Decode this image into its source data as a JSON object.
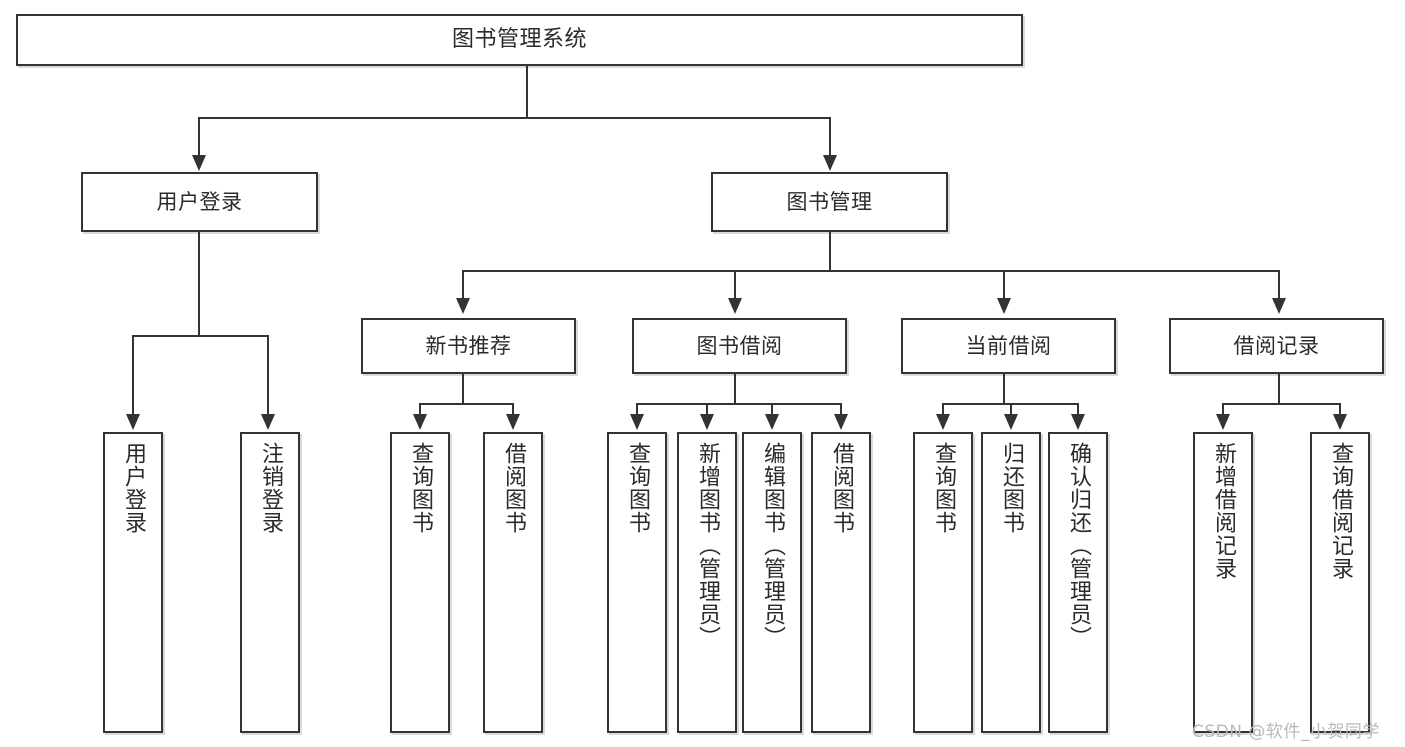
{
  "diagram": {
    "type": "tree-hierarchy",
    "title": "图书管理系统",
    "watermark": "CSDN @软件_小贺同学",
    "colors": {
      "border": "#333333",
      "background": "#ffffff",
      "text": "#2b2b2b",
      "shadow": "#d9d9d9",
      "watermark": "#b9b9b9"
    },
    "nodes": {
      "root": {
        "label": "图书管理系统"
      },
      "level2": [
        {
          "label": "用户登录"
        },
        {
          "label": "图书管理"
        }
      ],
      "level3": [
        {
          "label": "新书推荐"
        },
        {
          "label": "图书借阅"
        },
        {
          "label": "当前借阅"
        },
        {
          "label": "借阅记录"
        }
      ],
      "leaves": {
        "user_login": [
          {
            "label": "用户登录"
          },
          {
            "label": "注销登录"
          }
        ],
        "new_book": [
          {
            "label": "查询图书"
          },
          {
            "label": "借阅图书"
          }
        ],
        "book_borrow": [
          {
            "label": "查询图书"
          },
          {
            "label": "新增图书（管理员）"
          },
          {
            "label": "编辑图书（管理员）"
          },
          {
            "label": "借阅图书"
          }
        ],
        "current_borrow": [
          {
            "label": "查询图书"
          },
          {
            "label": "归还图书"
          },
          {
            "label": "确认归还（管理员）"
          }
        ],
        "borrow_record": [
          {
            "label": "新增借阅记录"
          },
          {
            "label": "查询借阅记录"
          }
        ]
      }
    }
  }
}
